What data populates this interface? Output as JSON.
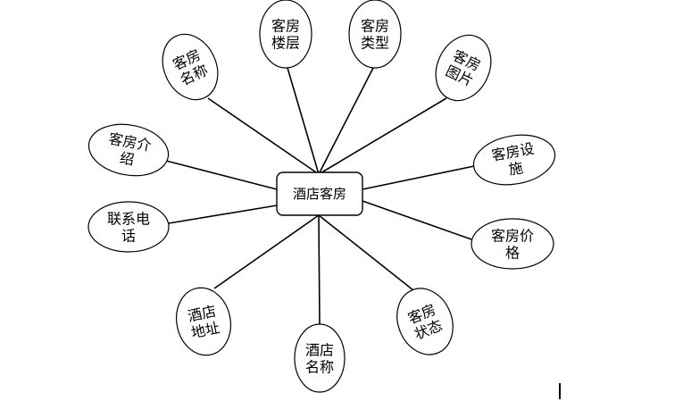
{
  "entity": {
    "label": "酒店客房"
  },
  "attributes": [
    {
      "id": "room-name",
      "lines": [
        "客房",
        "名称"
      ]
    },
    {
      "id": "room-floor",
      "lines": [
        "客房",
        "楼层"
      ]
    },
    {
      "id": "room-type",
      "lines": [
        "客房",
        "类型"
      ]
    },
    {
      "id": "room-image",
      "lines": [
        "客房",
        "图片"
      ]
    },
    {
      "id": "room-intro",
      "lines": [
        "客房介",
        "绍"
      ]
    },
    {
      "id": "room-facilities",
      "lines": [
        "客房设",
        "施"
      ]
    },
    {
      "id": "contact-phone",
      "lines": [
        "联系电",
        "话"
      ]
    },
    {
      "id": "room-price",
      "lines": [
        "客房价",
        "格"
      ]
    },
    {
      "id": "hotel-address",
      "lines": [
        "酒店",
        "地址"
      ]
    },
    {
      "id": "hotel-name",
      "lines": [
        "酒店",
        "名称"
      ]
    },
    {
      "id": "room-status",
      "lines": [
        "客房",
        "状态"
      ]
    }
  ]
}
